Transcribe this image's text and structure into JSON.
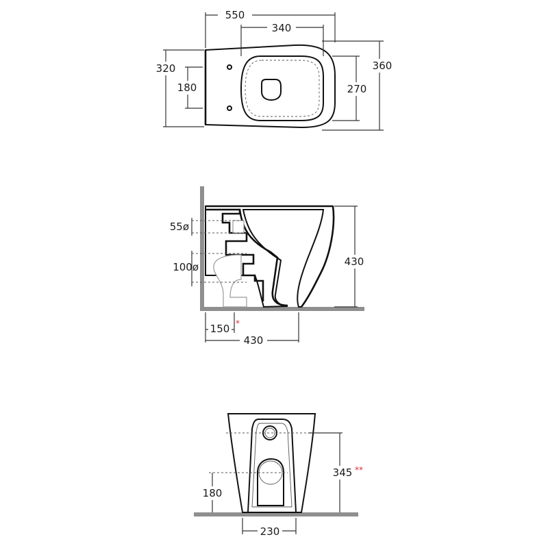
{
  "colors": {
    "line": "#111111",
    "dimension": "#333333",
    "wall": "#8f8f8f",
    "asterisk": "#e0293a"
  },
  "top_view": {
    "width_overall": "550",
    "width_bowl": "340",
    "depth_overall": "360",
    "depth_bowl": "270",
    "depth_back": "320",
    "fixing_spacing": "180"
  },
  "side_view": {
    "inlet_diameter": "55ø",
    "outlet_diameter": "100ø",
    "height": "430",
    "outlet_offset": "150",
    "outlet_offset_note": "*",
    "length": "430"
  },
  "rear_view": {
    "outlet_height": "180",
    "inlet_height": "345",
    "inlet_height_note": "**",
    "base_width": "230"
  }
}
